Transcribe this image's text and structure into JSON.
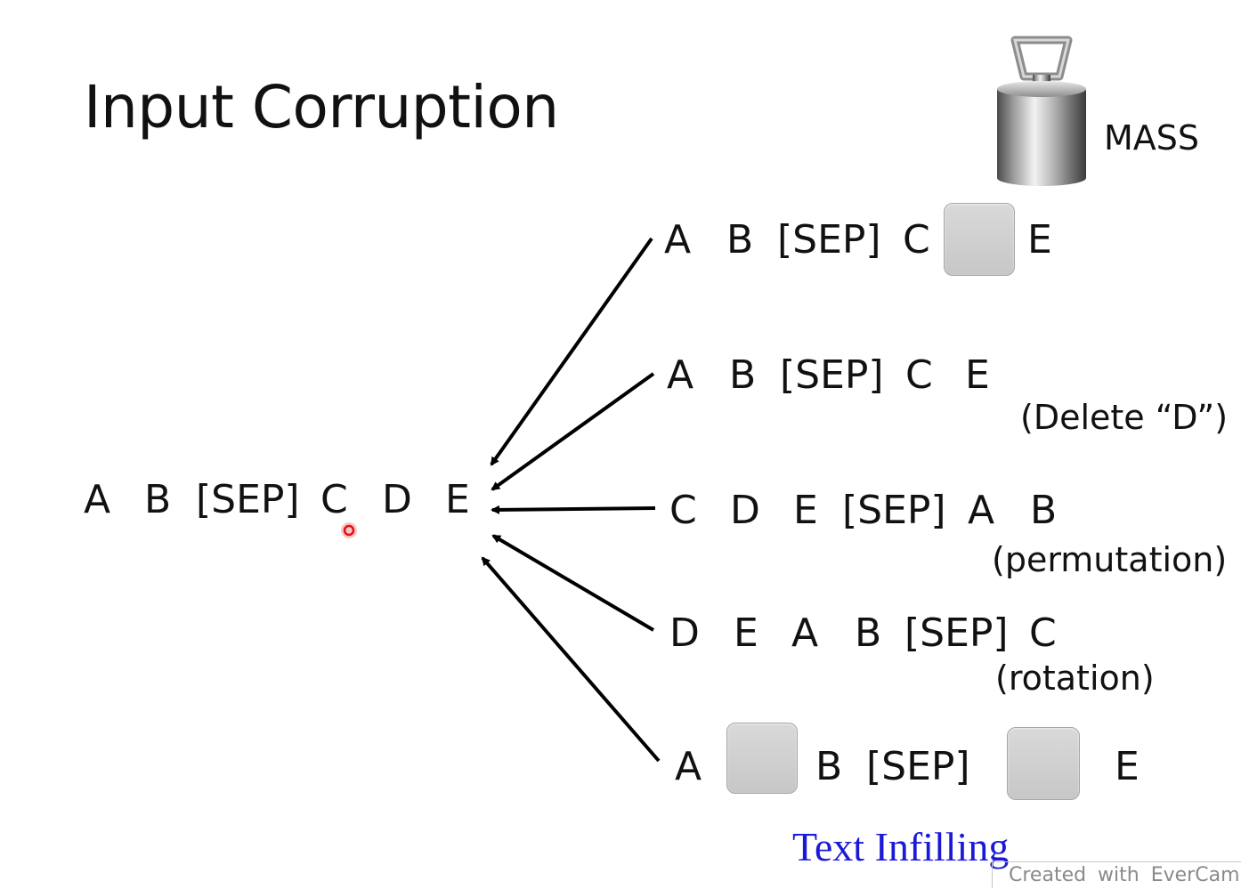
{
  "title": "Input Corruption",
  "mass": {
    "label": "MASS",
    "icon": "weight-icon"
  },
  "source": [
    "A",
    "B",
    "[SEP]",
    "C",
    "D",
    "E"
  ],
  "variants": [
    {
      "tokens": [
        "A",
        "B",
        "[SEP]",
        "C",
        "",
        "E"
      ],
      "note": ""
    },
    {
      "tokens": [
        "A",
        "B",
        "[SEP]",
        "C",
        "E"
      ],
      "note": "(Delete “D”)"
    },
    {
      "tokens": [
        "C",
        "D",
        "E",
        "[SEP]",
        "A",
        "B"
      ],
      "note": "(permutation)"
    },
    {
      "tokens": [
        "D",
        "E",
        "A",
        "B",
        "[SEP]",
        "C"
      ],
      "note": "(rotation)"
    },
    {
      "tokens": [
        "A",
        "",
        "B",
        "[SEP]",
        "",
        "E"
      ],
      "note": ""
    }
  ],
  "caption": "Text Infilling",
  "watermark": "Created with EverCam"
}
